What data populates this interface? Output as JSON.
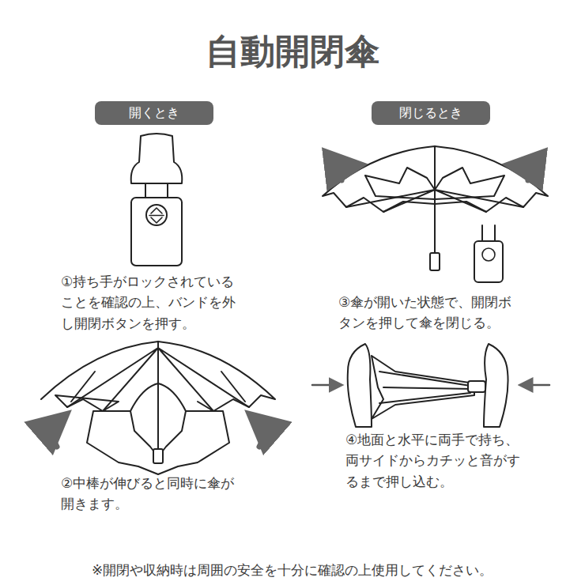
{
  "diagram": {
    "title": "自動開閉傘",
    "nodes": [
      {
        "text": [
          "開くとき"
        ]
      },
      {
        "text": [
          "閉じるとき"
        ]
      }
    ],
    "labels": [
      "①持ち手がロックされていることを確認の上、バンドを外し開閉ボタンを押す。",
      "②中棒が伸びると同時に傘が開きます。",
      "③傘が開いた状態で、開閉ボタンを押して傘を閉じる。",
      "④地面と水平に両手で持ち、両サイドからカチッと音がするまで押し込む。"
    ],
    "caption": "※開閉や収納時は周囲の安全を十分に確認の上使用してください。"
  }
}
